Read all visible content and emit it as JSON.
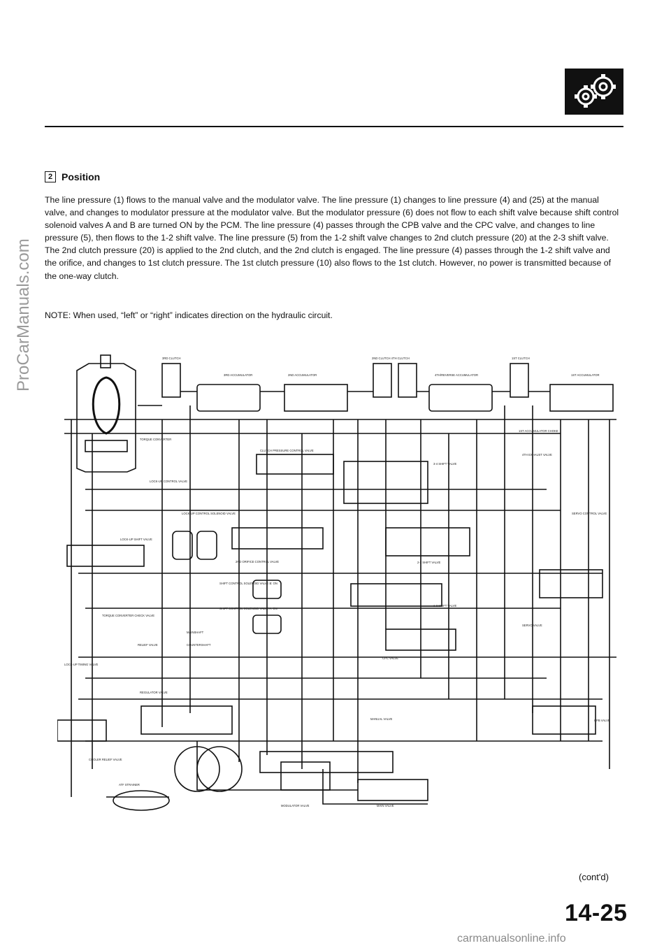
{
  "header": {
    "logo_icon": "gear-icon",
    "logo_color": "#111111"
  },
  "section": {
    "number": "2",
    "title": "Position"
  },
  "body_text": "The line pressure (1) flows to the manual valve and the modulator valve. The line pressure (1) changes to line pressure (4) and (25) at the manual valve, and changes to modulator pressure at the modulator valve. But the modulator pressure (6) does not flow to each shift valve because shift control solenoid valves A and B are turned ON by the PCM. The line pressure (4) passes through the CPB valve and the CPC valve, and changes to line pressure (5), then flows to the 1-2 shift valve. The line pressure (5) from the 1-2 shift valve changes to 2nd clutch pressure (20) at the 2-3 shift valve. The 2nd clutch pressure (20) is applied to the 2nd clutch, and the 2nd clutch is engaged. The line pressure (4) passes through the 1-2 shift valve and the orifice, and changes to 1st clutch pressure. The 1st clutch pressure (10) also flows to the 1st clutch. However, no power is transmitted because of the one-way clutch.",
  "note": "NOTE: When used, “left” or “right” indicates direction on the hydraulic circuit.",
  "diagram": {
    "labels": {
      "third_clutch": "3RD CLUTCH",
      "third_accumulator": "3RD ACCUMULATOR",
      "second_accumulator": "2ND ACCUMULATOR",
      "second_fourth_clutch": "2ND CLUTCH   4TH CLUTCH",
      "fourth_reverse_accumulator": "4TH/REVERSE ACCUMULATOR",
      "first_clutch": "1ST CLUTCH",
      "first_accumulator": "1ST ACCUMULATOR",
      "torque_converter": "TORQUE CONVERTER",
      "first_accumulator_choke": "1ST ACCUMULATOR CHOKE",
      "fourth_exhaust_valve": "4TH EXHAUST VALVE",
      "clutch_pressure_control_valve": "CLUTCH PRESSURE CONTROL VALVE",
      "three_four_shift_valve": "3-4 SHIFT VALVE",
      "lockup_control_valve": "LOCK-UP CONTROL VALVE",
      "lockup_control_solenoid_valve": "LOCK-UP CONTROL SOLENOID VALVE",
      "servo_control_valve": "SERVO CONTROL VALVE",
      "lockup_shift_valve": "LOCK-UP SHIFT VALVE",
      "second_orifice_control_valve": "2ND ORIFICE CONTROL VALVE",
      "two_three_shift_valve": "2-3 SHIFT VALVE",
      "shift_control_solenoid_b": "SHIFT CONTROL SOLENOID VALVE B: ON",
      "shift_control_solenoid_a": "SHIFT CONTROL SOLENOID VALVE A: ON",
      "one_two_shift_valve": "1-2 SHIFT VALVE",
      "torque_converter_check_valve": "TORQUE CONVERTER CHECK VALVE",
      "mainshaft": "MAINSHAFT",
      "countershaft": "COUNTERSHAFT",
      "servo_valve": "SERVO VALVE",
      "relief_valve": "RELIEF VALVE",
      "cpc_valve": "CPC VALVE",
      "lockup_timing_valve": "LOCK-UP TIMING VALVE",
      "regulator_valve": "REGULATOR VALVE",
      "cpb_valve": "CPB VALVE",
      "manual_valve": "MANUAL VALVE",
      "cooler_relief_valve": "COOLER RELIEF VALVE",
      "atf_strainer": "ATF STRAINER",
      "modulator_valve": "MODULATOR VALVE",
      "main_valve": "MAIN VALVE"
    }
  },
  "side_watermark": "ProCarManuals.com",
  "contd": "(cont'd)",
  "page_number": "14-25",
  "footer_watermark": "carmanualsonline.info"
}
